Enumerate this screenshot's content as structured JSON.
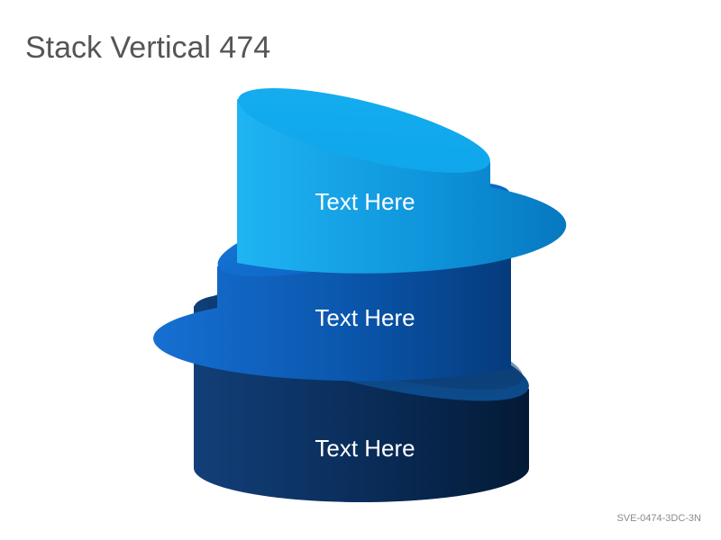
{
  "title": "Stack Vertical 474",
  "tiers": [
    {
      "label": "Text Here",
      "position": "top",
      "color": "#12a7ea"
    },
    {
      "label": "Text Here",
      "position": "middle",
      "color": "#0a5bb5"
    },
    {
      "label": "Text Here",
      "position": "bottom",
      "color": "#0c2f5c"
    }
  ],
  "footer": {
    "code": "SVE-0474-3DC-3N"
  }
}
